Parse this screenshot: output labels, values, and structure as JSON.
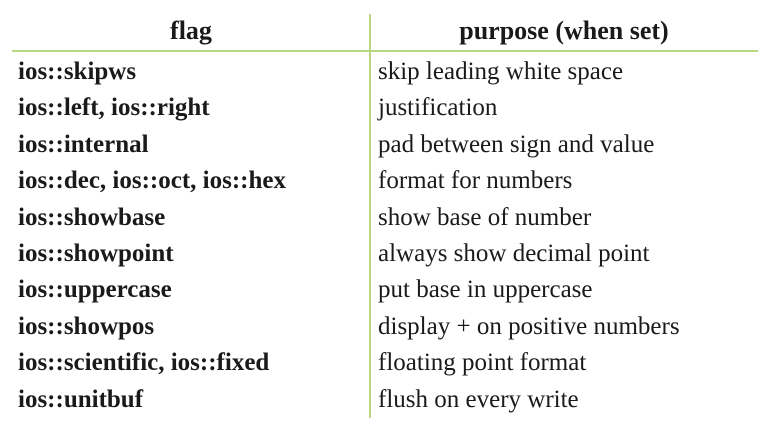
{
  "table": {
    "headers": {
      "flag": "flag",
      "purpose": "purpose (when set)"
    },
    "rows": [
      {
        "flag": "ios::skipws",
        "purpose": "skip leading white space"
      },
      {
        "flag": "ios::left, ios::right",
        "purpose": "justification"
      },
      {
        "flag": "ios::internal",
        "purpose": "pad between sign and value"
      },
      {
        "flag": "ios::dec, ios::oct, ios::hex",
        "purpose": "format for numbers"
      },
      {
        "flag": "ios::showbase",
        "purpose": "show base of number"
      },
      {
        "flag": "ios::showpoint",
        "purpose": "always show decimal point"
      },
      {
        "flag": "ios::uppercase",
        "purpose": "put base in uppercase"
      },
      {
        "flag": "ios::showpos",
        "purpose": "display + on positive numbers"
      },
      {
        "flag": "ios::scientific, ios::fixed",
        "purpose": "floating point format"
      },
      {
        "flag": "ios::unitbuf",
        "purpose": "flush on every write"
      }
    ]
  },
  "colors": {
    "rule": "#b7d780",
    "text": "#1a1a1a"
  }
}
